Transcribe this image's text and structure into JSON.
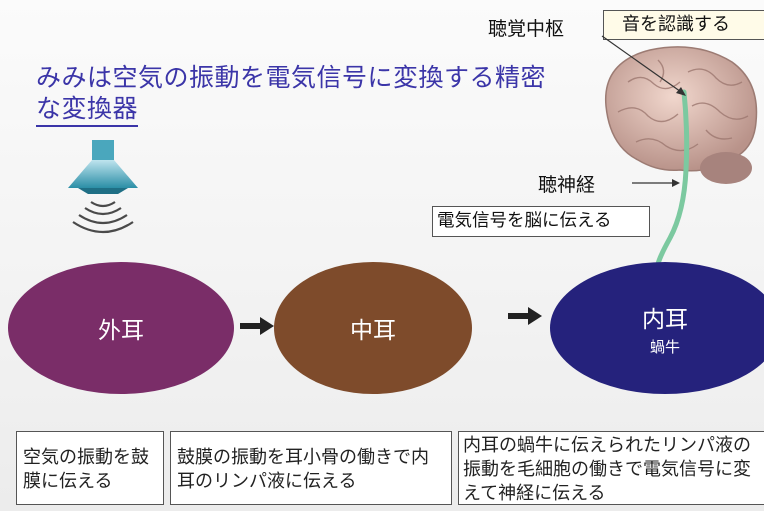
{
  "title": {
    "line1": "みみは空気の振動を電気信号に変換する精密",
    "line2": "な変換器"
  },
  "stages": [
    {
      "label": "外耳",
      "sub": "",
      "color": "#7a2d68"
    },
    {
      "label": "中耳",
      "sub": "",
      "color": "#7e4b2b"
    },
    {
      "label": "内耳",
      "sub": "蝸牛",
      "color": "#25227c"
    }
  ],
  "descriptions": [
    "空気の振動を鼓膜に伝える",
    "鼓膜の振動を耳小骨の働きで内耳のリンパ液に伝える",
    "内耳の蝸牛に伝えられたリンパ液の振動を毛細胞の働きで電気信号に変えて神経に伝える"
  ],
  "brain": {
    "auditory_cortex_label": "聴覚中枢",
    "recognize_label": "音を認識する",
    "nerve_label": "聴神経",
    "signal_label": "電気信号を脳に伝える"
  },
  "colors": {
    "title": "#3b35a8",
    "nerve": "#7cc9a0",
    "speaker": "#3a9bb0"
  }
}
